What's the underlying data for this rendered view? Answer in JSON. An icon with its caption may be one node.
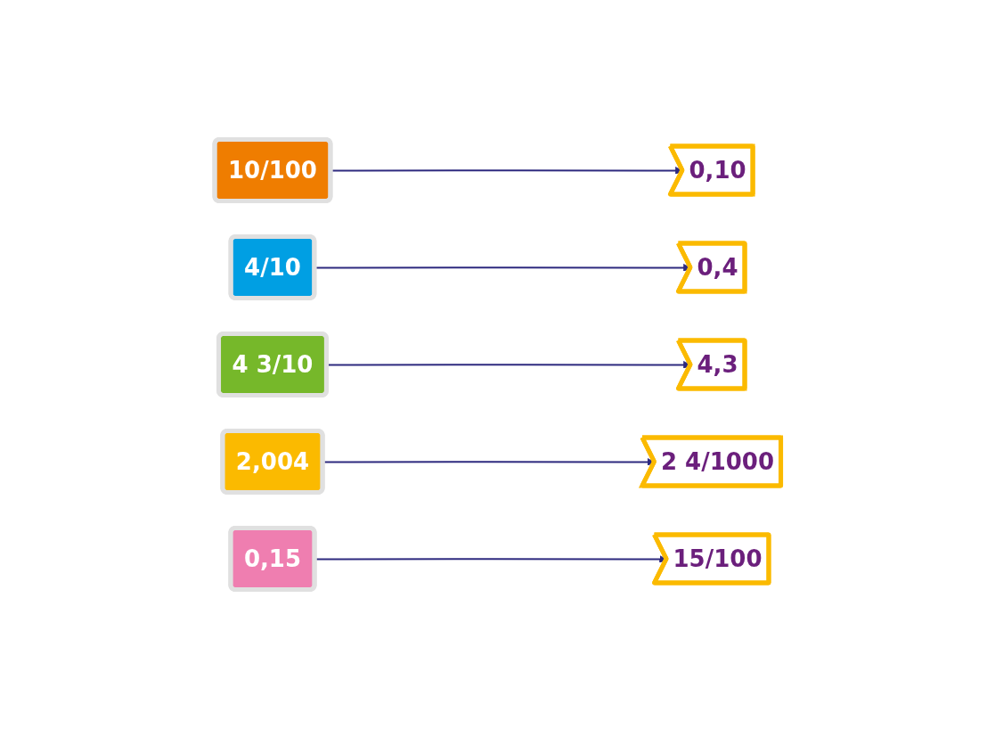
{
  "diagram": {
    "nodes": [
      {
        "text": [
          "10/100"
        ]
      },
      {
        "text": [
          "4/10"
        ]
      },
      {
        "text": [
          "4 3/10"
        ]
      },
      {
        "text": [
          "2,004"
        ]
      },
      {
        "text": [
          "0,15"
        ]
      },
      {
        "text": [
          "15/100"
        ]
      },
      {
        "text": [
          "2 4/1000"
        ]
      },
      {
        "text": [
          "0,4"
        ]
      },
      {
        "text": [
          "4,3"
        ]
      },
      {
        "text": [
          "0,10"
        ]
      }
    ],
    "edges": [
      {
        "from": 0,
        "to": 9,
        "arrow": "to"
      },
      {
        "from": 1,
        "to": 7,
        "arrow": "to"
      },
      {
        "from": 2,
        "to": 8,
        "arrow": "to"
      },
      {
        "from": 3,
        "to": 6,
        "arrow": "to"
      },
      {
        "from": 4,
        "to": 5,
        "arrow": "to"
      }
    ]
  }
}
